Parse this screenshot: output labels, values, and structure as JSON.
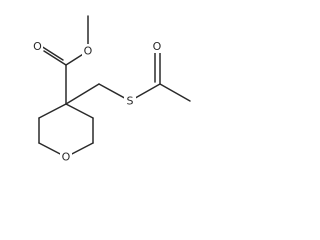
{
  "molecule": {
    "atoms": {
      "carbonyl_oxygen": "O",
      "ester_oxygen": "O",
      "ring_oxygen": "O",
      "sulfur": "S",
      "thioester_oxygen": "O"
    },
    "colors": {
      "bond": "#2a2a2a",
      "background": "#ffffff"
    }
  }
}
